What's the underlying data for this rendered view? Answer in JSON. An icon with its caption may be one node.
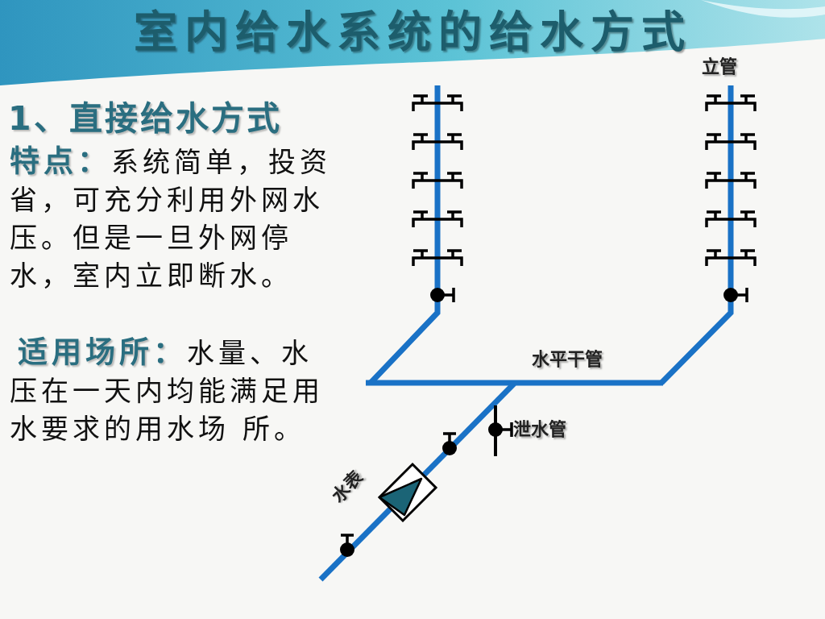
{
  "diagram": {
    "title": "室内给水系统的给水方式",
    "labels": [
      "立管",
      "1、直接给水方式",
      "**特点：**系统简单，投资省，可充分利用外网水压。但是一旦外网停水，室内立即断水。",
      "**适用场所：**水量、水压在一天内均能满足用水要求的用水场 所。",
      "水平干管",
      "泄水管",
      "水表"
    ]
  }
}
